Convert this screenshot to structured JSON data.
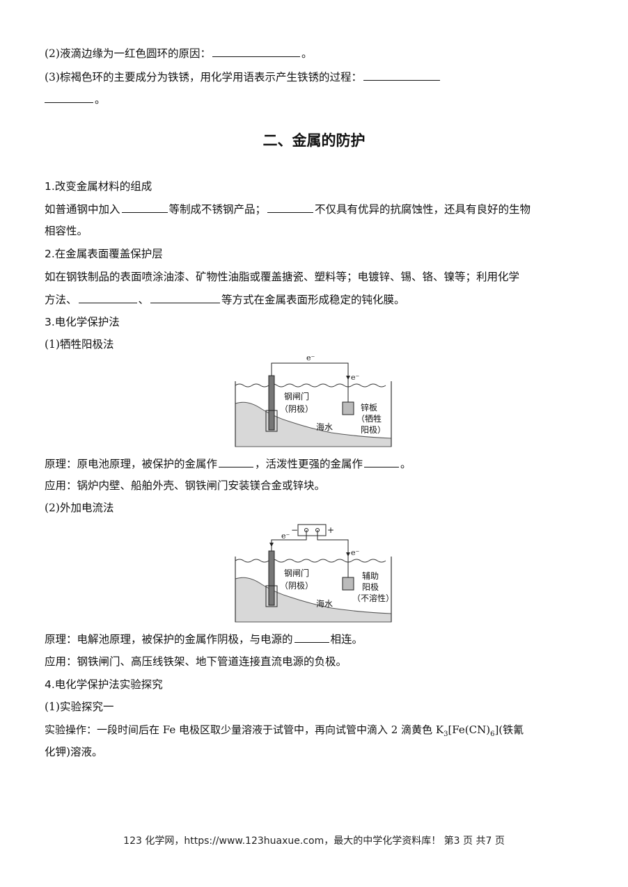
{
  "q2": {
    "text": "(2)液滴边缘为一红色圆环的原因：",
    "end": "。"
  },
  "q3": {
    "text": "(3)棕褐色环的主要成分为铁锈，用化学用语表示产生铁锈的过程：",
    "end": "。"
  },
  "section_title": "二、金属的防护",
  "s1": {
    "title": "1.改变金属材料的组成",
    "t1": "如普通钢中加入",
    "t2": "等制成不锈钢产品；",
    "t3": "不仅具有优异的抗腐蚀性，还具有良好的生物",
    "t4": "相容性。"
  },
  "s2": {
    "title": "2.在金属表面覆盖保护层",
    "t1": "如在钢铁制品的表面喷涂油漆、矿物性油脂或覆盖搪瓷、塑料等；电镀锌、锡、铬、镍等；利用化学",
    "t2": "方法、",
    "t3": "、",
    "t4": "等方式在金属表面形成稳定的钝化膜。"
  },
  "s3": {
    "title": "3.电化学保护法",
    "sub1": "(1)牺牲阳极法",
    "fig1": {
      "electron_top": "e⁻",
      "electron_side": "e⁻",
      "gate_label_1": "钢闸门",
      "gate_label_2": "（阴极）",
      "plate_label_1": "锌板",
      "plate_label_2": "（牺牲",
      "plate_label_3": "阳极）",
      "water": "海水"
    },
    "p1_a": "原理：原电池原理，被保护的金属作",
    "p1_b": "，活泼性更强的金属作",
    "p1_c": "。",
    "app1": "应用：锅炉内壁、船舶外壳、钢铁闸门安装镁合金或锌块。",
    "sub2": "(2)外加电流法",
    "fig2": {
      "minus": "−",
      "plus": "+",
      "electron_left": "e⁻",
      "electron_right": "e⁻",
      "gate_label_1": "钢闸门",
      "gate_label_2": "（阴极）",
      "aux_label_1": "辅助",
      "aux_label_2": "阳极",
      "aux_label_3": "（不溶性）",
      "water": "海水"
    },
    "p2_a": "原理：电解池原理，被保护的金属作阴极，与电源的",
    "p2_b": "相连。",
    "app2": "应用：钢铁闸门、高压线铁架、地下管道连接直流电源的负极。"
  },
  "s4": {
    "title": "4.电化学保护法实验探究",
    "sub1": "(1)实验探究一",
    "op_a": "实验操作：一段时间后在 Fe 电极区取少量溶液于试管中，再向试管中滴入 2 滴黄色 K",
    "op_sub3": "3",
    "op_b": "[Fe(CN)",
    "op_sub6": "6",
    "op_c": "](铁氰",
    "op_d": "化钾)溶液。"
  },
  "footer": "123 化学网，https://www.123huaxue.com，最大的中学化学资料库！  第3 页 共7 页"
}
